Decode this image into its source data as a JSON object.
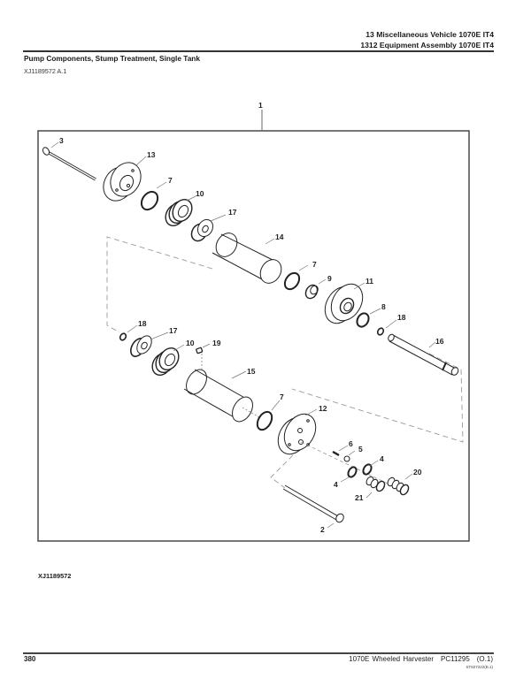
{
  "header": {
    "section_line": "13 Miscellaneous Vehicle 1070E IT4",
    "group_line": "1312 Equipment Assembly 1070E IT4"
  },
  "page_title": "Pump Components, Stump Treatment, Single Tank",
  "illustration_ref": "XJ1189572 A.1",
  "figure": {
    "caption": "XJ1189572",
    "callouts": [
      {
        "id": "c1",
        "label": "1"
      },
      {
        "id": "c3",
        "label": "3"
      },
      {
        "id": "c13",
        "label": "13"
      },
      {
        "id": "c7a",
        "label": "7"
      },
      {
        "id": "c10a",
        "label": "10"
      },
      {
        "id": "c17a",
        "label": "17"
      },
      {
        "id": "c14",
        "label": "14"
      },
      {
        "id": "c7b",
        "label": "7"
      },
      {
        "id": "c9",
        "label": "9"
      },
      {
        "id": "c11",
        "label": "11"
      },
      {
        "id": "c8",
        "label": "8"
      },
      {
        "id": "c18a",
        "label": "18"
      },
      {
        "id": "c16",
        "label": "16"
      },
      {
        "id": "c18b",
        "label": "18"
      },
      {
        "id": "c17b",
        "label": "17"
      },
      {
        "id": "c10b",
        "label": "10"
      },
      {
        "id": "c19",
        "label": "19"
      },
      {
        "id": "c15",
        "label": "15"
      },
      {
        "id": "c7c",
        "label": "7"
      },
      {
        "id": "c12",
        "label": "12"
      },
      {
        "id": "c6",
        "label": "6"
      },
      {
        "id": "c5",
        "label": "5"
      },
      {
        "id": "c4a",
        "label": "4"
      },
      {
        "id": "c4b",
        "label": "4"
      },
      {
        "id": "c20",
        "label": "20"
      },
      {
        "id": "c21",
        "label": "21"
      },
      {
        "id": "c2",
        "label": "2"
      }
    ]
  },
  "footer": {
    "page_number": "380",
    "manual_title": "1070E Wheeled Harvester",
    "manual_code": "PC11295",
    "revision": "(O.1)",
    "doc_code": "ST827222(B.1)"
  }
}
